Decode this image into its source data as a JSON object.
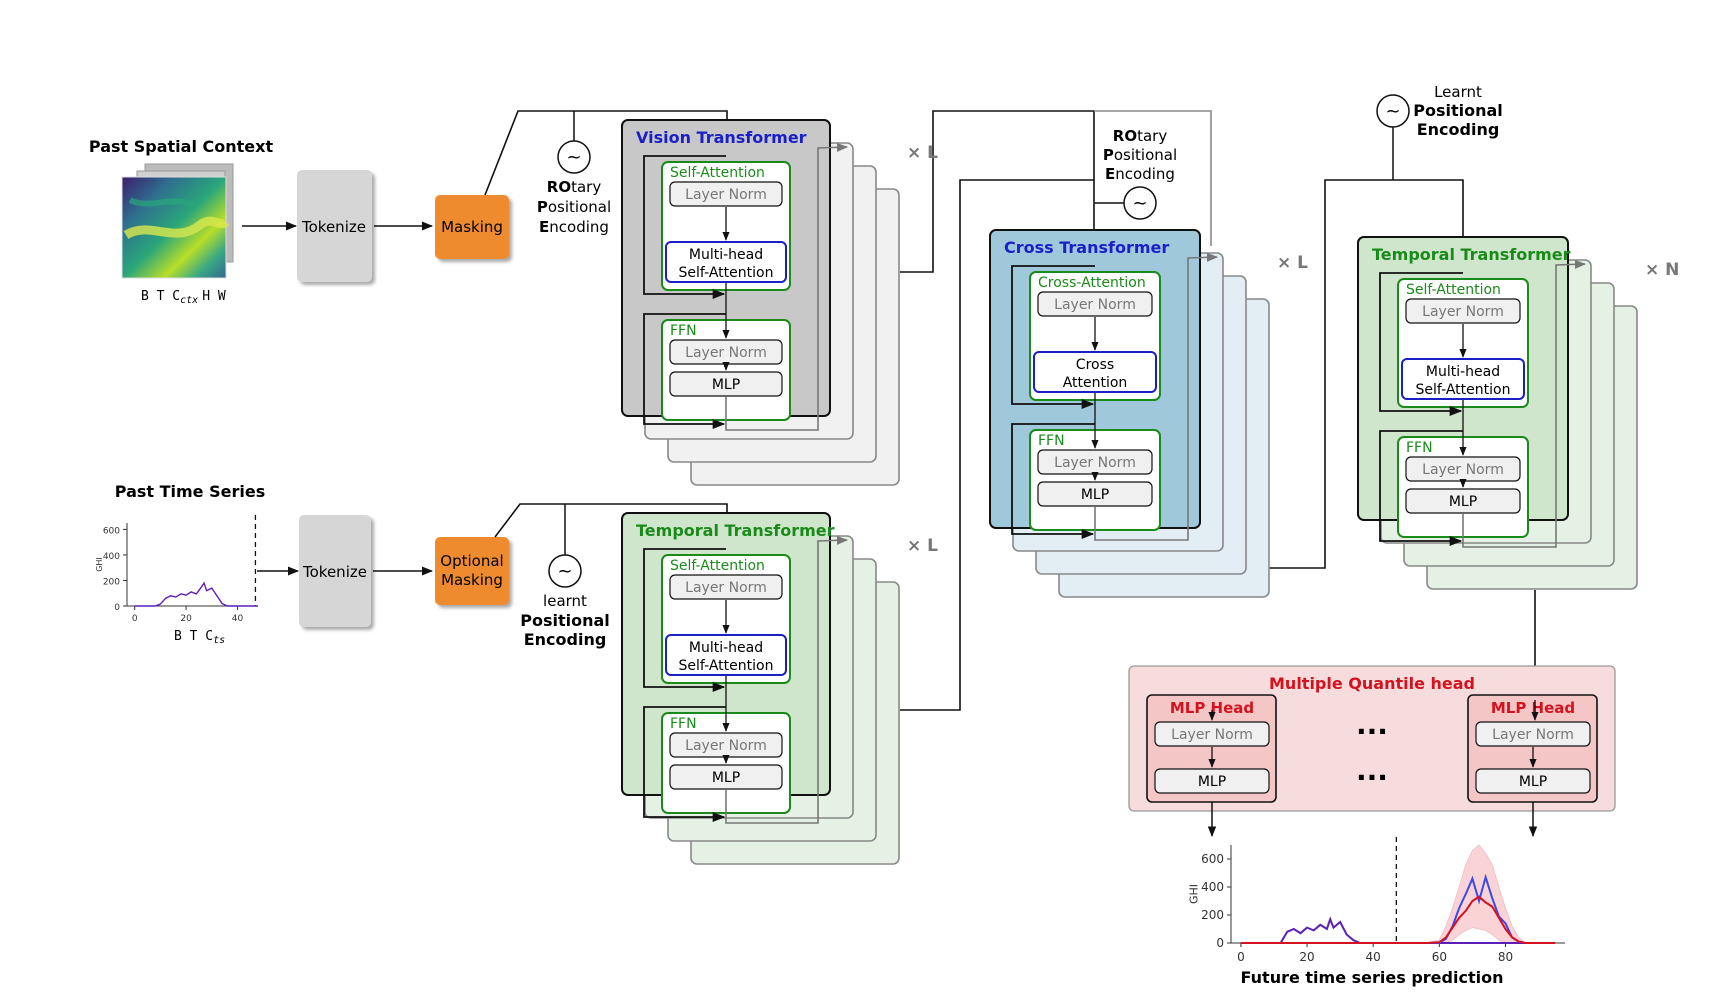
{
  "inputs": {
    "spatial": {
      "title": "Past Spatial Context",
      "shape_label": "B T C",
      "shape_sub": "ctx",
      "shape_tail": "H W"
    },
    "series": {
      "title": "Past Time Series",
      "shape_label": "B T C",
      "shape_sub": "ts",
      "ylabel": "GHI",
      "yticks": [
        "0",
        "200",
        "400",
        "600"
      ],
      "xticks": [
        "0",
        "20",
        "40"
      ]
    }
  },
  "tokenize": {
    "top": "Tokenize",
    "bottom": "Tokenize"
  },
  "masking": {
    "top": "Masking",
    "bottom_line1": "Optional",
    "bottom_line2": "Masking"
  },
  "encodings": {
    "rope_top": {
      "l1a": "RO",
      "l1b": "tary",
      "l2a": "P",
      "l2b": "ositional",
      "l3a": "E",
      "l3b": "ncoding"
    },
    "learnt_bottom": {
      "l1": "learnt",
      "l2": "Positional",
      "l3": "Encoding"
    },
    "rope_cross": {
      "l1a": "RO",
      "l1b": "tary",
      "l2a": "P",
      "l2b": "ositional",
      "l3a": "E",
      "l3b": "ncoding"
    },
    "learnt_temporal": {
      "l1": "Learnt",
      "l2": "Positional",
      "l3": "Encoding"
    },
    "symbol": "~"
  },
  "vision": {
    "title": "Vision Transformer",
    "repeat": "× L",
    "attn_label": "Self-Attention",
    "norm1": "Layer Norm",
    "attn_l1": "Multi-head",
    "attn_l2": "Self-Attention",
    "ffn_label": "FFN",
    "norm2": "Layer Norm",
    "mlp": "MLP"
  },
  "temporal_bottom": {
    "title": "Temporal Transformer",
    "repeat": "× L",
    "attn_label": "Self-Attention",
    "norm1": "Layer Norm",
    "attn_l1": "Multi-head",
    "attn_l2": "Self-Attention",
    "ffn_label": "FFN",
    "norm2": "Layer Norm",
    "mlp": "MLP"
  },
  "cross": {
    "title": "Cross Transformer",
    "repeat": "× L",
    "attn_label": "Cross-Attention",
    "norm1": "Layer Norm",
    "attn_l1": "Cross",
    "attn_l2": "Attention",
    "ffn_label": "FFN",
    "norm2": "Layer Norm",
    "mlp": "MLP"
  },
  "temporal_right": {
    "title": "Temporal Transformer",
    "repeat": "× N",
    "attn_label": "Self-Attention",
    "norm1": "Layer Norm",
    "attn_l1": "Multi-head",
    "attn_l2": "Self-Attention",
    "ffn_label": "FFN",
    "norm2": "Layer Norm",
    "mlp": "MLP"
  },
  "quantile": {
    "title": "Multiple Quantile head",
    "head_title": "MLP Head",
    "norm": "Layer Norm",
    "mlp": "MLP",
    "ellipsis": "..."
  },
  "output_plot": {
    "xlabel": "Future time series prediction",
    "ylabel": "GHI",
    "yticks": [
      "0",
      "200",
      "400",
      "600"
    ],
    "xticks": [
      "0",
      "20",
      "40",
      "60",
      "80"
    ]
  },
  "colors": {
    "orange": "#ee8b2e",
    "grey_box": "#d6d6d6",
    "vision_bg": "#c8c8c8",
    "temporal_bg": "#cfe6cc",
    "cross_bg": "#9fc8da",
    "quantile_bg": "#f6dcdc",
    "green": "#1a8a1a",
    "blue": "#1b1fc8",
    "red": "#d5121f"
  },
  "chart_data": [
    {
      "type": "line",
      "title": "",
      "xlabel": "",
      "ylabel": "GHI",
      "x": [
        0,
        5,
        8,
        10,
        12,
        14,
        16,
        18,
        20,
        22,
        24,
        26,
        27,
        28,
        30,
        32,
        34,
        36,
        48
      ],
      "series": [
        {
          "values": [
            0,
            0,
            0,
            15,
            60,
            80,
            70,
            95,
            85,
            110,
            95,
            150,
            180,
            120,
            140,
            80,
            20,
            0,
            0
          ]
        }
      ],
      "xlim": [
        -3,
        48
      ],
      "ylim": [
        0,
        650
      ],
      "cutoff_x": 47
    },
    {
      "type": "line",
      "title": "",
      "xlabel": "Future time series prediction",
      "ylabel": "GHI",
      "x": [
        0,
        12,
        14,
        16,
        18,
        20,
        22,
        24,
        26,
        27,
        28,
        30,
        32,
        34,
        36,
        47,
        56,
        60,
        62,
        64,
        66,
        68,
        70,
        72,
        74,
        76,
        78,
        80,
        82,
        84,
        86,
        95
      ],
      "series": [
        {
          "values": [
            0,
            0,
            80,
            100,
            70,
            110,
            90,
            130,
            100,
            170,
            110,
            150,
            60,
            20,
            0,
            0,
            0,
            0,
            0,
            0,
            0,
            0,
            0,
            0,
            0,
            0,
            0,
            0,
            0,
            0,
            0,
            0
          ]
        },
        {
          "values": [
            0,
            0,
            0,
            0,
            0,
            0,
            0,
            0,
            0,
            0,
            0,
            0,
            0,
            0,
            0,
            0,
            0,
            0,
            30,
            120,
            250,
            350,
            460,
            300,
            470,
            320,
            190,
            140,
            40,
            10,
            0,
            0
          ]
        },
        {
          "values": [
            0,
            0,
            0,
            0,
            0,
            0,
            0,
            0,
            0,
            0,
            0,
            0,
            0,
            0,
            0,
            0,
            0,
            5,
            40,
            110,
            180,
            230,
            300,
            330,
            290,
            260,
            180,
            100,
            40,
            10,
            0,
            0
          ]
        }
      ],
      "band_upper": [
        0,
        0,
        0,
        0,
        0,
        0,
        0,
        0,
        0,
        0,
        0,
        0,
        0,
        0,
        0,
        0,
        0,
        20,
        120,
        250,
        400,
        560,
        660,
        700,
        640,
        560,
        400,
        250,
        120,
        40,
        0,
        0
      ],
      "band_lower": [
        0,
        0,
        0,
        0,
        0,
        0,
        0,
        0,
        0,
        0,
        0,
        0,
        0,
        0,
        0,
        0,
        0,
        0,
        0,
        20,
        60,
        90,
        110,
        100,
        90,
        60,
        20,
        0,
        0,
        0,
        0,
        0
      ],
      "xlim": [
        -3,
        98
      ],
      "ylim": [
        0,
        700
      ],
      "cutoff_x": 47
    }
  ]
}
